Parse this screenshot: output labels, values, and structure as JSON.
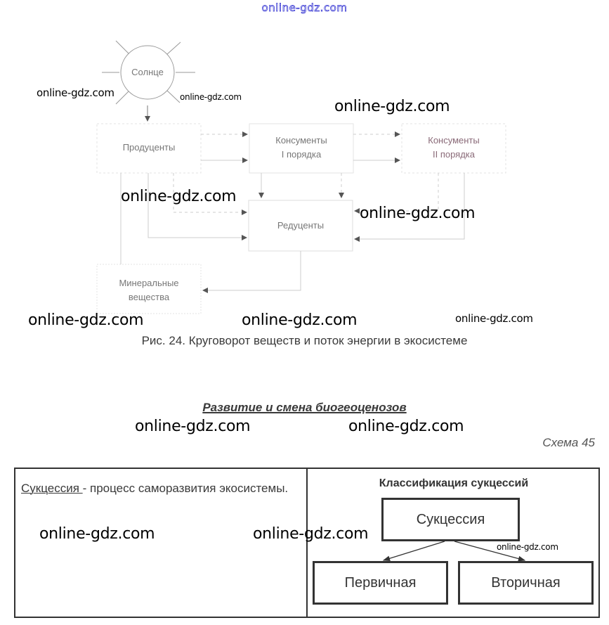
{
  "site_header": "online-gdz.com",
  "watermark": "online-gdz.com",
  "figure24": {
    "nodes": {
      "sun": "Солнце",
      "producers": "Продуценты",
      "consumers1_line1": "Консументы",
      "consumers1_line2": "I порядка",
      "consumers2_line1": "Консументы",
      "consumers2_line2": "II порядка",
      "decomposers": "Редуценты",
      "minerals_line1": "Минеральные",
      "minerals_line2": "вещества"
    },
    "caption": "Рис. 24. Круговорот веществ и поток энергии в экосистеме"
  },
  "section": {
    "title": "Развитие и смена биогеоценозов",
    "schema_label": "Схема 45"
  },
  "table": {
    "definition_term": "Сукцессия ",
    "definition_rest": " - процесс саморазвития экосистемы.",
    "classification_title": "Классификация сукцессий",
    "root_box": "Сукцессия",
    "child_boxes": [
      "Первичная",
      "Вторичная"
    ]
  }
}
